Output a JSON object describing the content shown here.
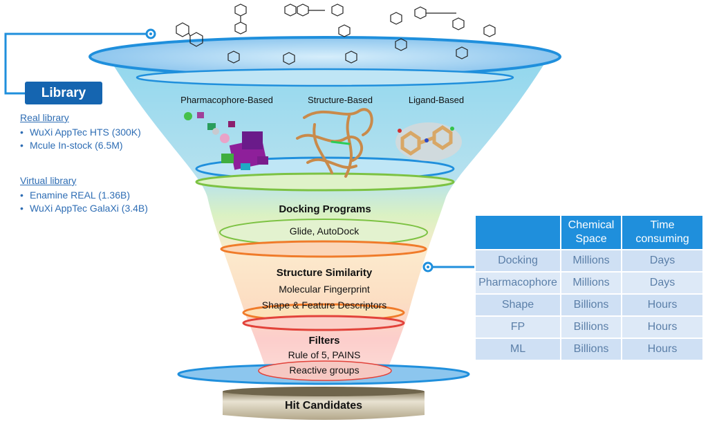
{
  "library": {
    "title": "Library",
    "real_heading": "Real library",
    "real_items": [
      "WuXi AppTec HTS (300K)",
      "Mcule In-stock (6.5M)"
    ],
    "virtual_heading": "Virtual library",
    "virtual_items": [
      "Enamine REAL (1.36B)",
      "WuXi AppTec GalaXi (3.4B)"
    ]
  },
  "funnel": {
    "method_labels": [
      "Pharmacophore-Based",
      "Structure-Based",
      "Ligand-Based"
    ],
    "docking": {
      "title": "Docking Programs",
      "detail": "Glide, AutoDock"
    },
    "similarity": {
      "title": "Structure Similarity",
      "detail1": "Molecular Fingerprint",
      "detail2": "Shape & Feature Descriptors"
    },
    "filters": {
      "title": "Filters",
      "detail1": "Rule of 5, PAINS",
      "detail2": "Reactive groups"
    },
    "output": "Hit Candidates"
  },
  "comparison_table": {
    "headers": [
      "",
      "Chemical Space",
      "Time consuming"
    ],
    "rows": [
      [
        "Docking",
        "Millions",
        "Days"
      ],
      [
        "Pharmacophore",
        "Millions",
        "Days"
      ],
      [
        "Shape",
        "Billions",
        "Hours"
      ],
      [
        "FP",
        "Billions",
        "Hours"
      ],
      [
        "ML",
        "Billions",
        "Hours"
      ]
    ]
  },
  "colors": {
    "library_blue": "#1565b0",
    "table_header": "#1f8fdc",
    "table_row": "#dde9f7",
    "table_text": "#5b7fa8",
    "ring_blue": "#1f8fdc",
    "ring_green": "#7cc243",
    "ring_orange": "#f07b2a",
    "ring_red": "#e2423a",
    "base_tan": "#bfb49a"
  }
}
